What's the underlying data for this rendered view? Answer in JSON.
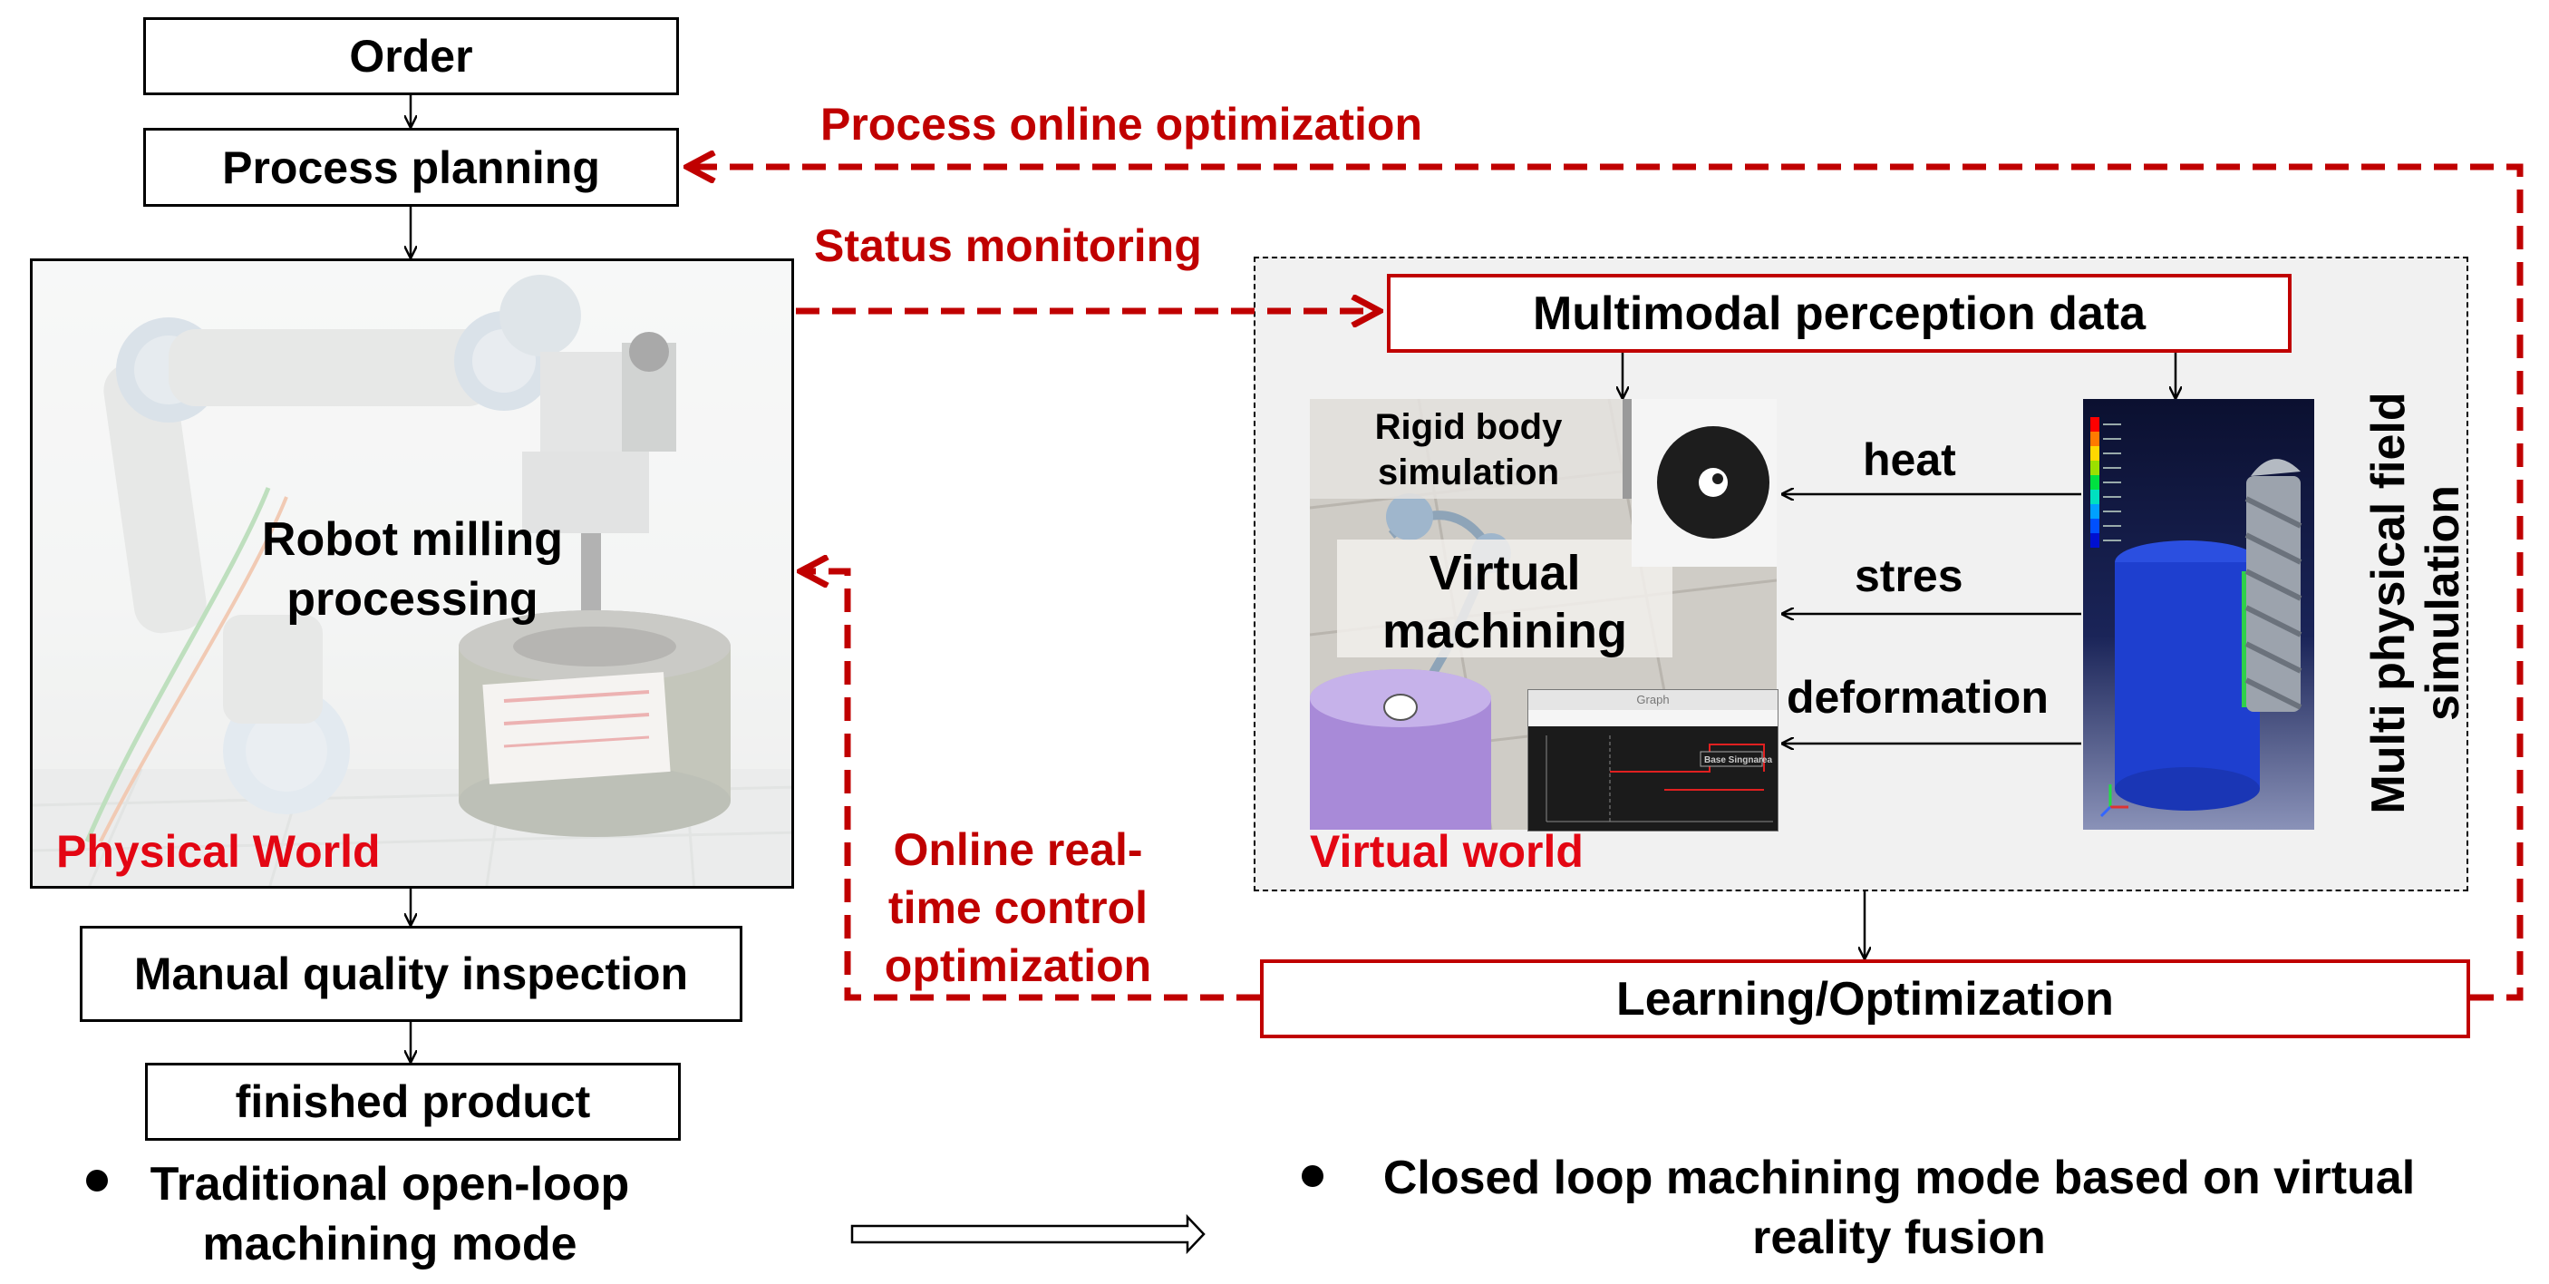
{
  "flow": {
    "order": "Order",
    "process_planning": "Process planning",
    "manual_inspection": "Manual quality inspection",
    "finished_product": "finished product"
  },
  "physical": {
    "label": "Robot milling processing",
    "world_label": "Physical World"
  },
  "arrows": {
    "process_online_optimization": "Process online optimization",
    "status_monitoring": "Status monitoring",
    "online_realtime_control": "Online real-time control optimization"
  },
  "virtual": {
    "multimodal_data": "Multimodal perception data",
    "rigid_body": "Rigid body simulation",
    "virtual_machining": "Virtual machining",
    "world_label": "Virtual world",
    "heat": "heat",
    "stres": "stres",
    "deformation": "deformation",
    "multi_physical": "Multi physical field simulation",
    "graph_title": "Graph",
    "graph_legend": "Base Singnarea"
  },
  "learning": "Learning/Optimization",
  "bottom": {
    "traditional": "Traditional open-loop machining mode",
    "closed_loop": "Closed loop machining mode based on virtual reality fusion"
  },
  "colors": {
    "red_label": "#e30613",
    "dashed_arrow": "#c00000",
    "fem_blue": "#1a3fc4",
    "cylinder_purple": "#a88ad8"
  }
}
